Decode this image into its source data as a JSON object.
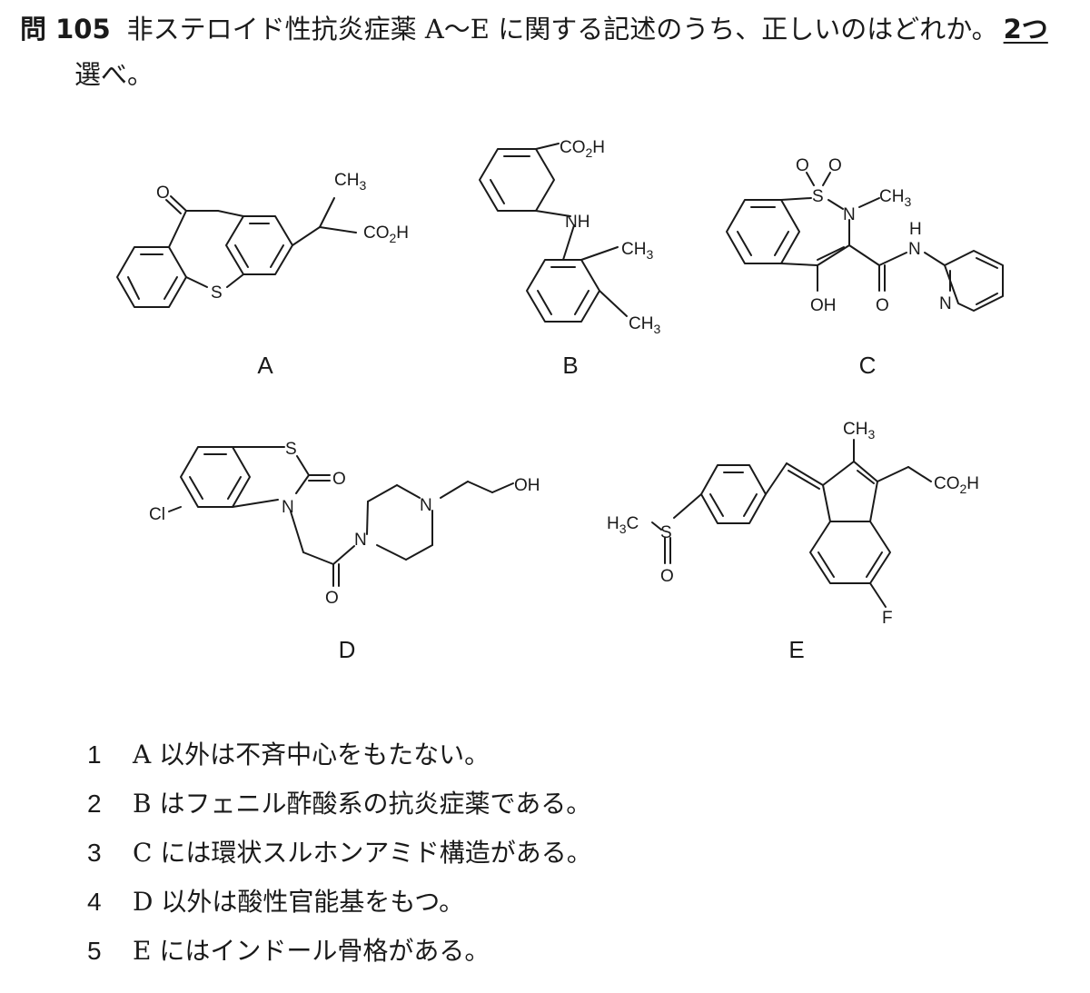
{
  "question": {
    "number": "問 105",
    "text": "非ステロイド性抗炎症薬 A～E に関する記述のうち、正しいのはどれか。",
    "emphasis": "2つ",
    "continuation": "選べ。"
  },
  "structures": [
    {
      "label": "A",
      "atoms": {
        "o": "O",
        "s": "S",
        "ch3": "CH",
        "ch3_sub": "3",
        "co2h_a": "CO",
        "co2h_sub": "2",
        "co2h_b": "H"
      }
    },
    {
      "label": "B",
      "atoms": {
        "co2h_a": "CO",
        "co2h_sub": "2",
        "co2h_b": "H",
        "nh": "NH",
        "ch3": "CH",
        "ch3_sub": "3"
      }
    },
    {
      "label": "C",
      "atoms": {
        "o": "O",
        "s": "S",
        "n": "N",
        "ch3": "CH",
        "ch3_sub": "3",
        "h": "H",
        "oh": "OH",
        "n_ring": "N"
      }
    },
    {
      "label": "D",
      "atoms": {
        "s": "S",
        "o": "O",
        "n": "N",
        "cl": "Cl",
        "oh": "OH"
      }
    },
    {
      "label": "E",
      "atoms": {
        "ch3": "CH",
        "ch3_sub": "3",
        "co2h_a": "CO",
        "co2h_sub": "2",
        "co2h_b": "H",
        "h3c_a": "H",
        "h3c_sub": "3",
        "h3c_b": "C",
        "s": "S",
        "o": "O",
        "f": "F"
      }
    }
  ],
  "choices": [
    {
      "num": "1",
      "text": "A 以外は不斉中心をもたない。"
    },
    {
      "num": "2",
      "text": "B はフェニル酢酸系の抗炎症薬である。"
    },
    {
      "num": "3",
      "text": "C には環状スルホンアミド構造がある。"
    },
    {
      "num": "4",
      "text": "D 以外は酸性官能基をもつ。"
    },
    {
      "num": "5",
      "text": "E にはインドール骨格がある。"
    }
  ]
}
